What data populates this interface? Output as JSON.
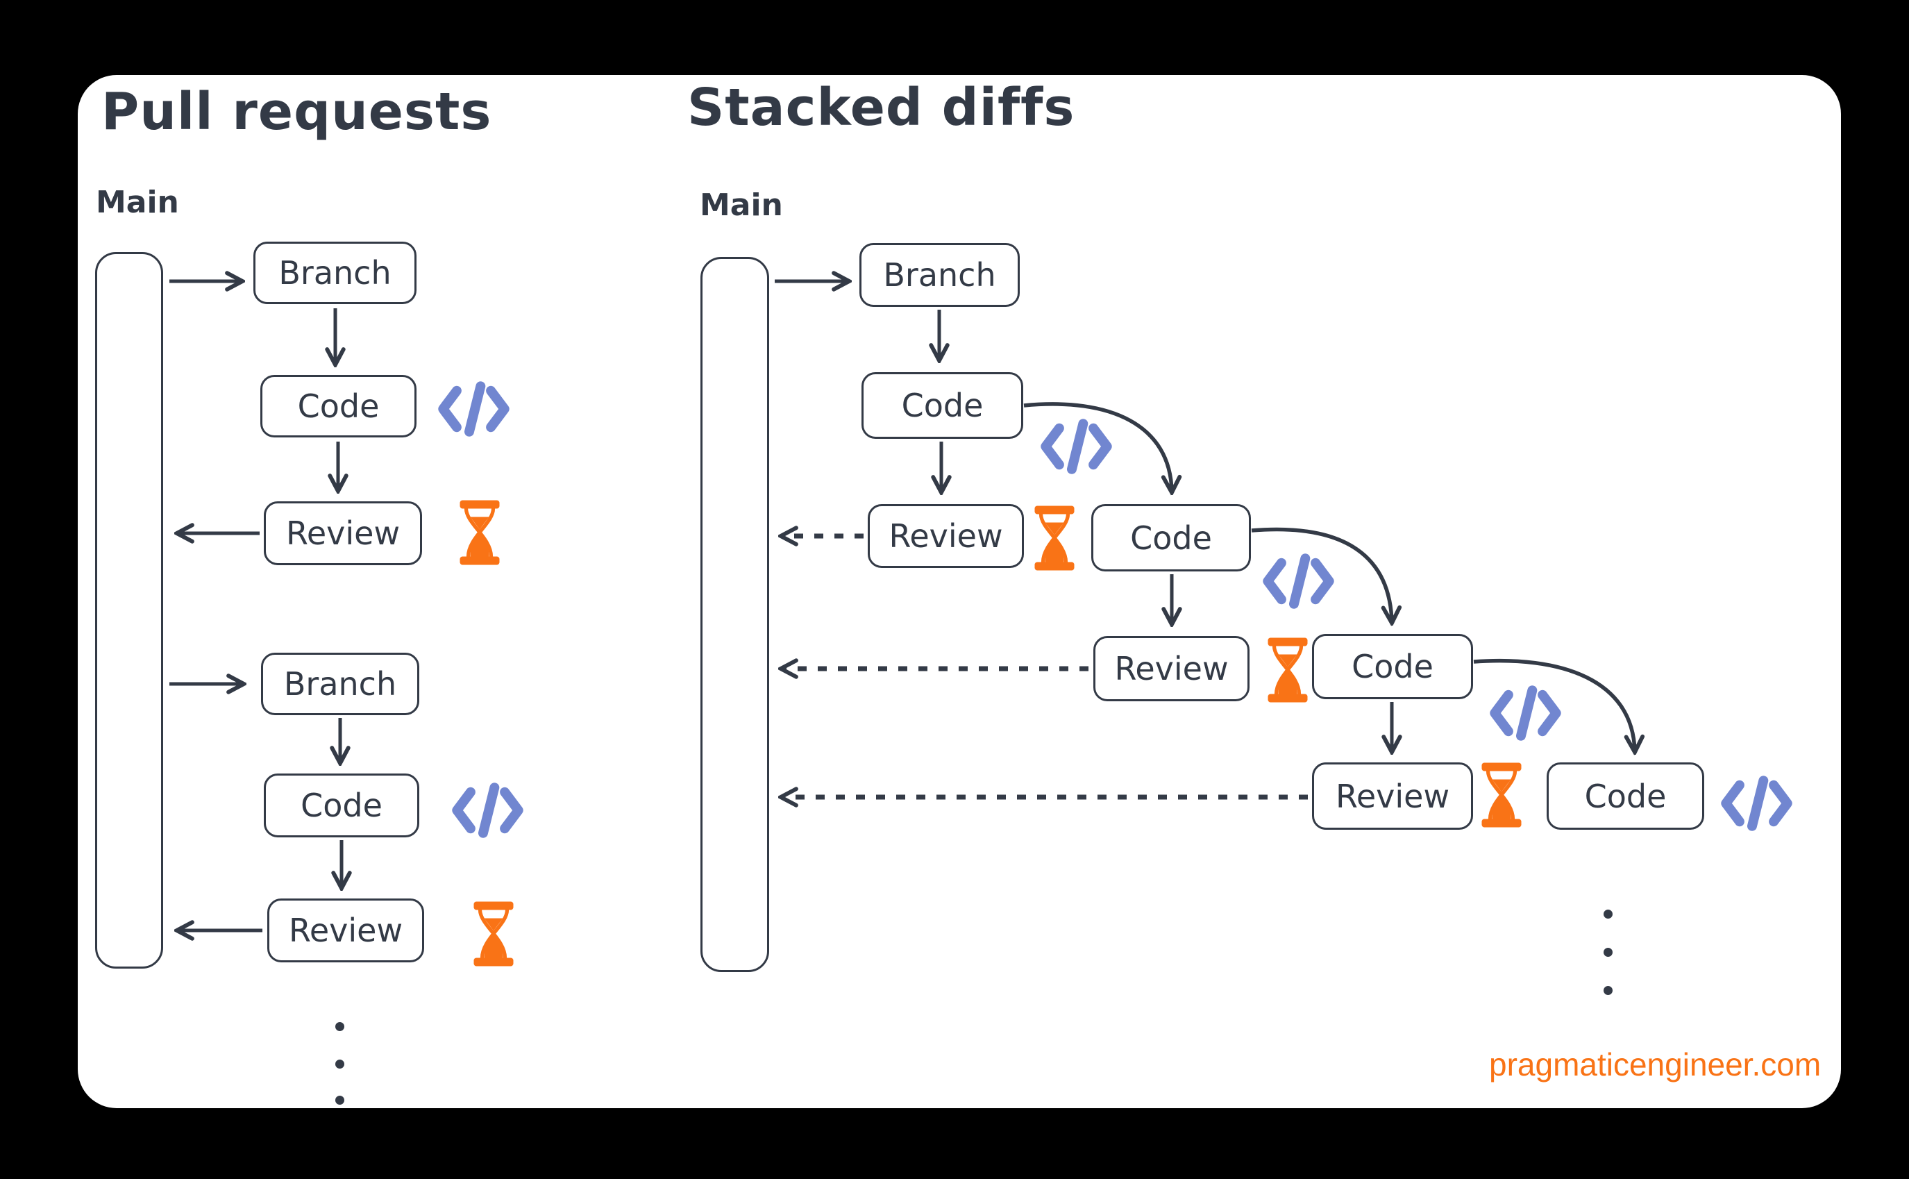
{
  "left": {
    "title": "Pull requests",
    "main_label": "Main",
    "nodes": {
      "branch1": "Branch",
      "code1": "Code",
      "review1": "Review",
      "branch2": "Branch",
      "code2": "Code",
      "review2": "Review"
    },
    "continuation_dots": 3
  },
  "right": {
    "title": "Stacked diffs",
    "main_label": "Main",
    "nodes": {
      "branch": "Branch",
      "code1": "Code",
      "review1": "Review",
      "code2": "Code",
      "review2": "Review",
      "code3": "Code",
      "review3": "Review",
      "code4": "Code"
    },
    "continuation_dots": 3
  },
  "footer": {
    "website": "pragmaticengineer.com"
  },
  "icons": {
    "code": "code-icon",
    "wait": "hourglass-icon"
  },
  "colors": {
    "background": "#000000",
    "card": "#ffffff",
    "stroke": "#333a46",
    "code_icon_blue": "#7186d0",
    "hourglass_orange": "#f97316",
    "website_orange": "#f97316"
  }
}
